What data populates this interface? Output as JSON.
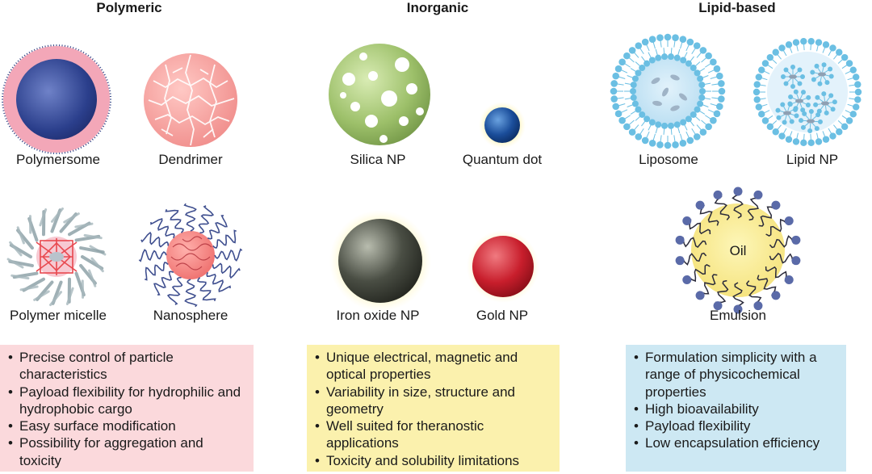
{
  "categories": [
    {
      "title": "Polymeric",
      "items": [
        "Polymersome",
        "Dendrimer",
        "Polymer micelle",
        "Nanosphere"
      ],
      "bullets": [
        "Precise control of particle characteristics",
        "Payload flexibility for hydrophilic and hydrophobic cargo",
        "Easy surface modification",
        "Possibility for aggregation and toxicity"
      ],
      "box_color": "#fbd9dc"
    },
    {
      "title": "Inorganic",
      "items": [
        "Silica NP",
        "Quantum dot",
        "Iron oxide NP",
        "Gold NP"
      ],
      "bullets": [
        "Unique electrical, magnetic and optical properties",
        "Variability in size, structure and geometry",
        "Well suited for theranostic applications",
        "Toxicity and solubility limitations"
      ],
      "box_color": "#fbf1ad"
    },
    {
      "title": "Lipid-based",
      "items": [
        "Liposome",
        "Lipid NP",
        "Emulsion"
      ],
      "bullets": [
        "Formulation simplicity with a range of physicochemical properties",
        "High bioavailability",
        "Payload flexibility",
        "Low encapsulation efficiency"
      ],
      "box_color": "#cde8f3"
    }
  ],
  "emulsion_core_label": "Oil",
  "colors": {
    "polymer_core": "#2b3f8c",
    "dendrimer": "#f6a6a4",
    "silica": "#9dc06a",
    "quantum_dot": "#1b4e9b",
    "iron_oxide": "#3b3e36",
    "gold_np": "#c81e2c",
    "lipid_head": "#6bbfe3",
    "emulsion_head": "#5a6aa8",
    "glow": "#fff2a0"
  }
}
